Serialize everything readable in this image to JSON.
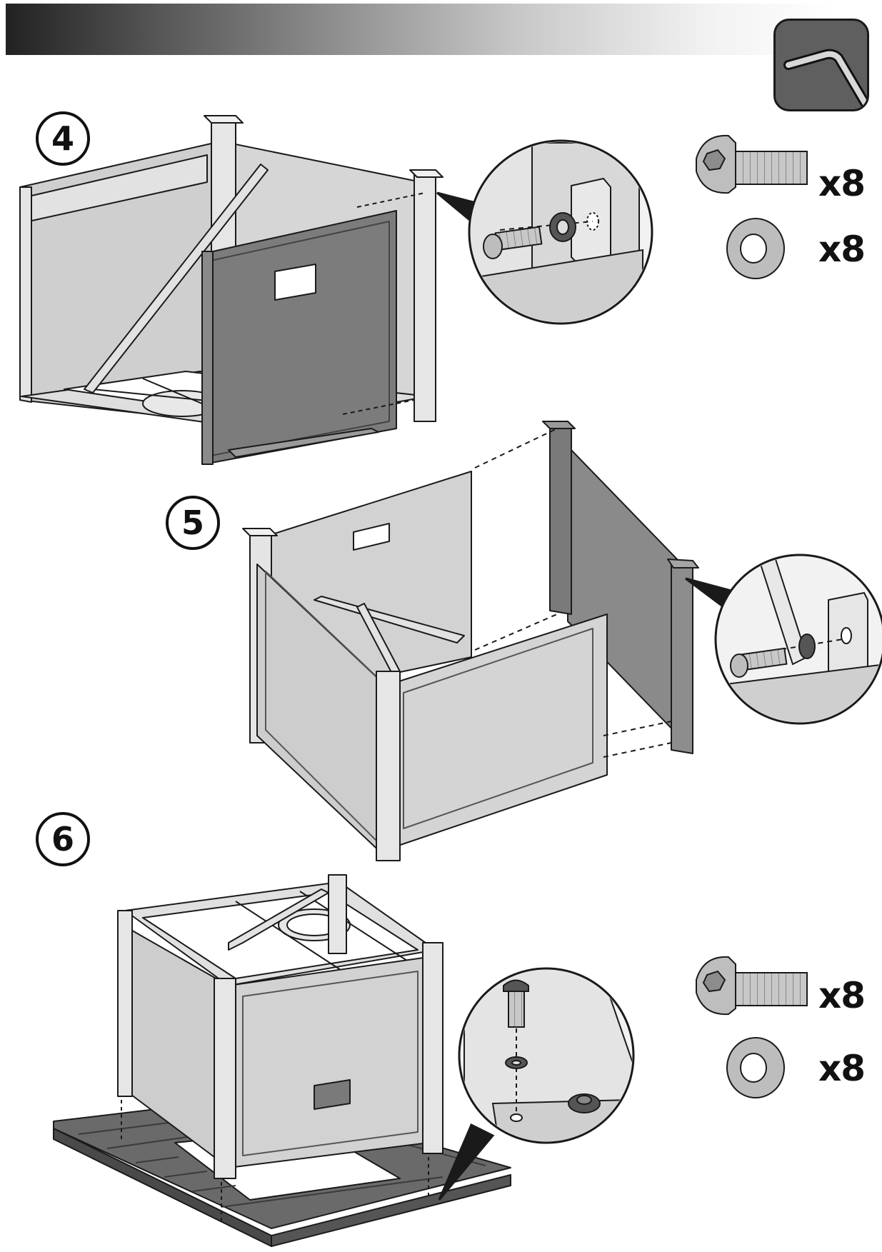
{
  "header": {
    "tool": "hex-key-icon"
  },
  "steps": [
    {
      "number": "4",
      "parts": [
        {
          "icon": "bolt-icon",
          "qty": "x8"
        },
        {
          "icon": "washer-icon",
          "qty": "x8"
        }
      ]
    },
    {
      "number": "5"
    },
    {
      "number": "6",
      "parts": [
        {
          "icon": "bolt-icon",
          "qty": "x8"
        },
        {
          "icon": "washer-icon",
          "qty": "x8"
        }
      ]
    }
  ],
  "colors": {
    "panel_light": "#c9c9c9",
    "panel_dark": "#7a7a7a",
    "frame": "#dcdcdc",
    "outline": "#1a1a1a"
  }
}
